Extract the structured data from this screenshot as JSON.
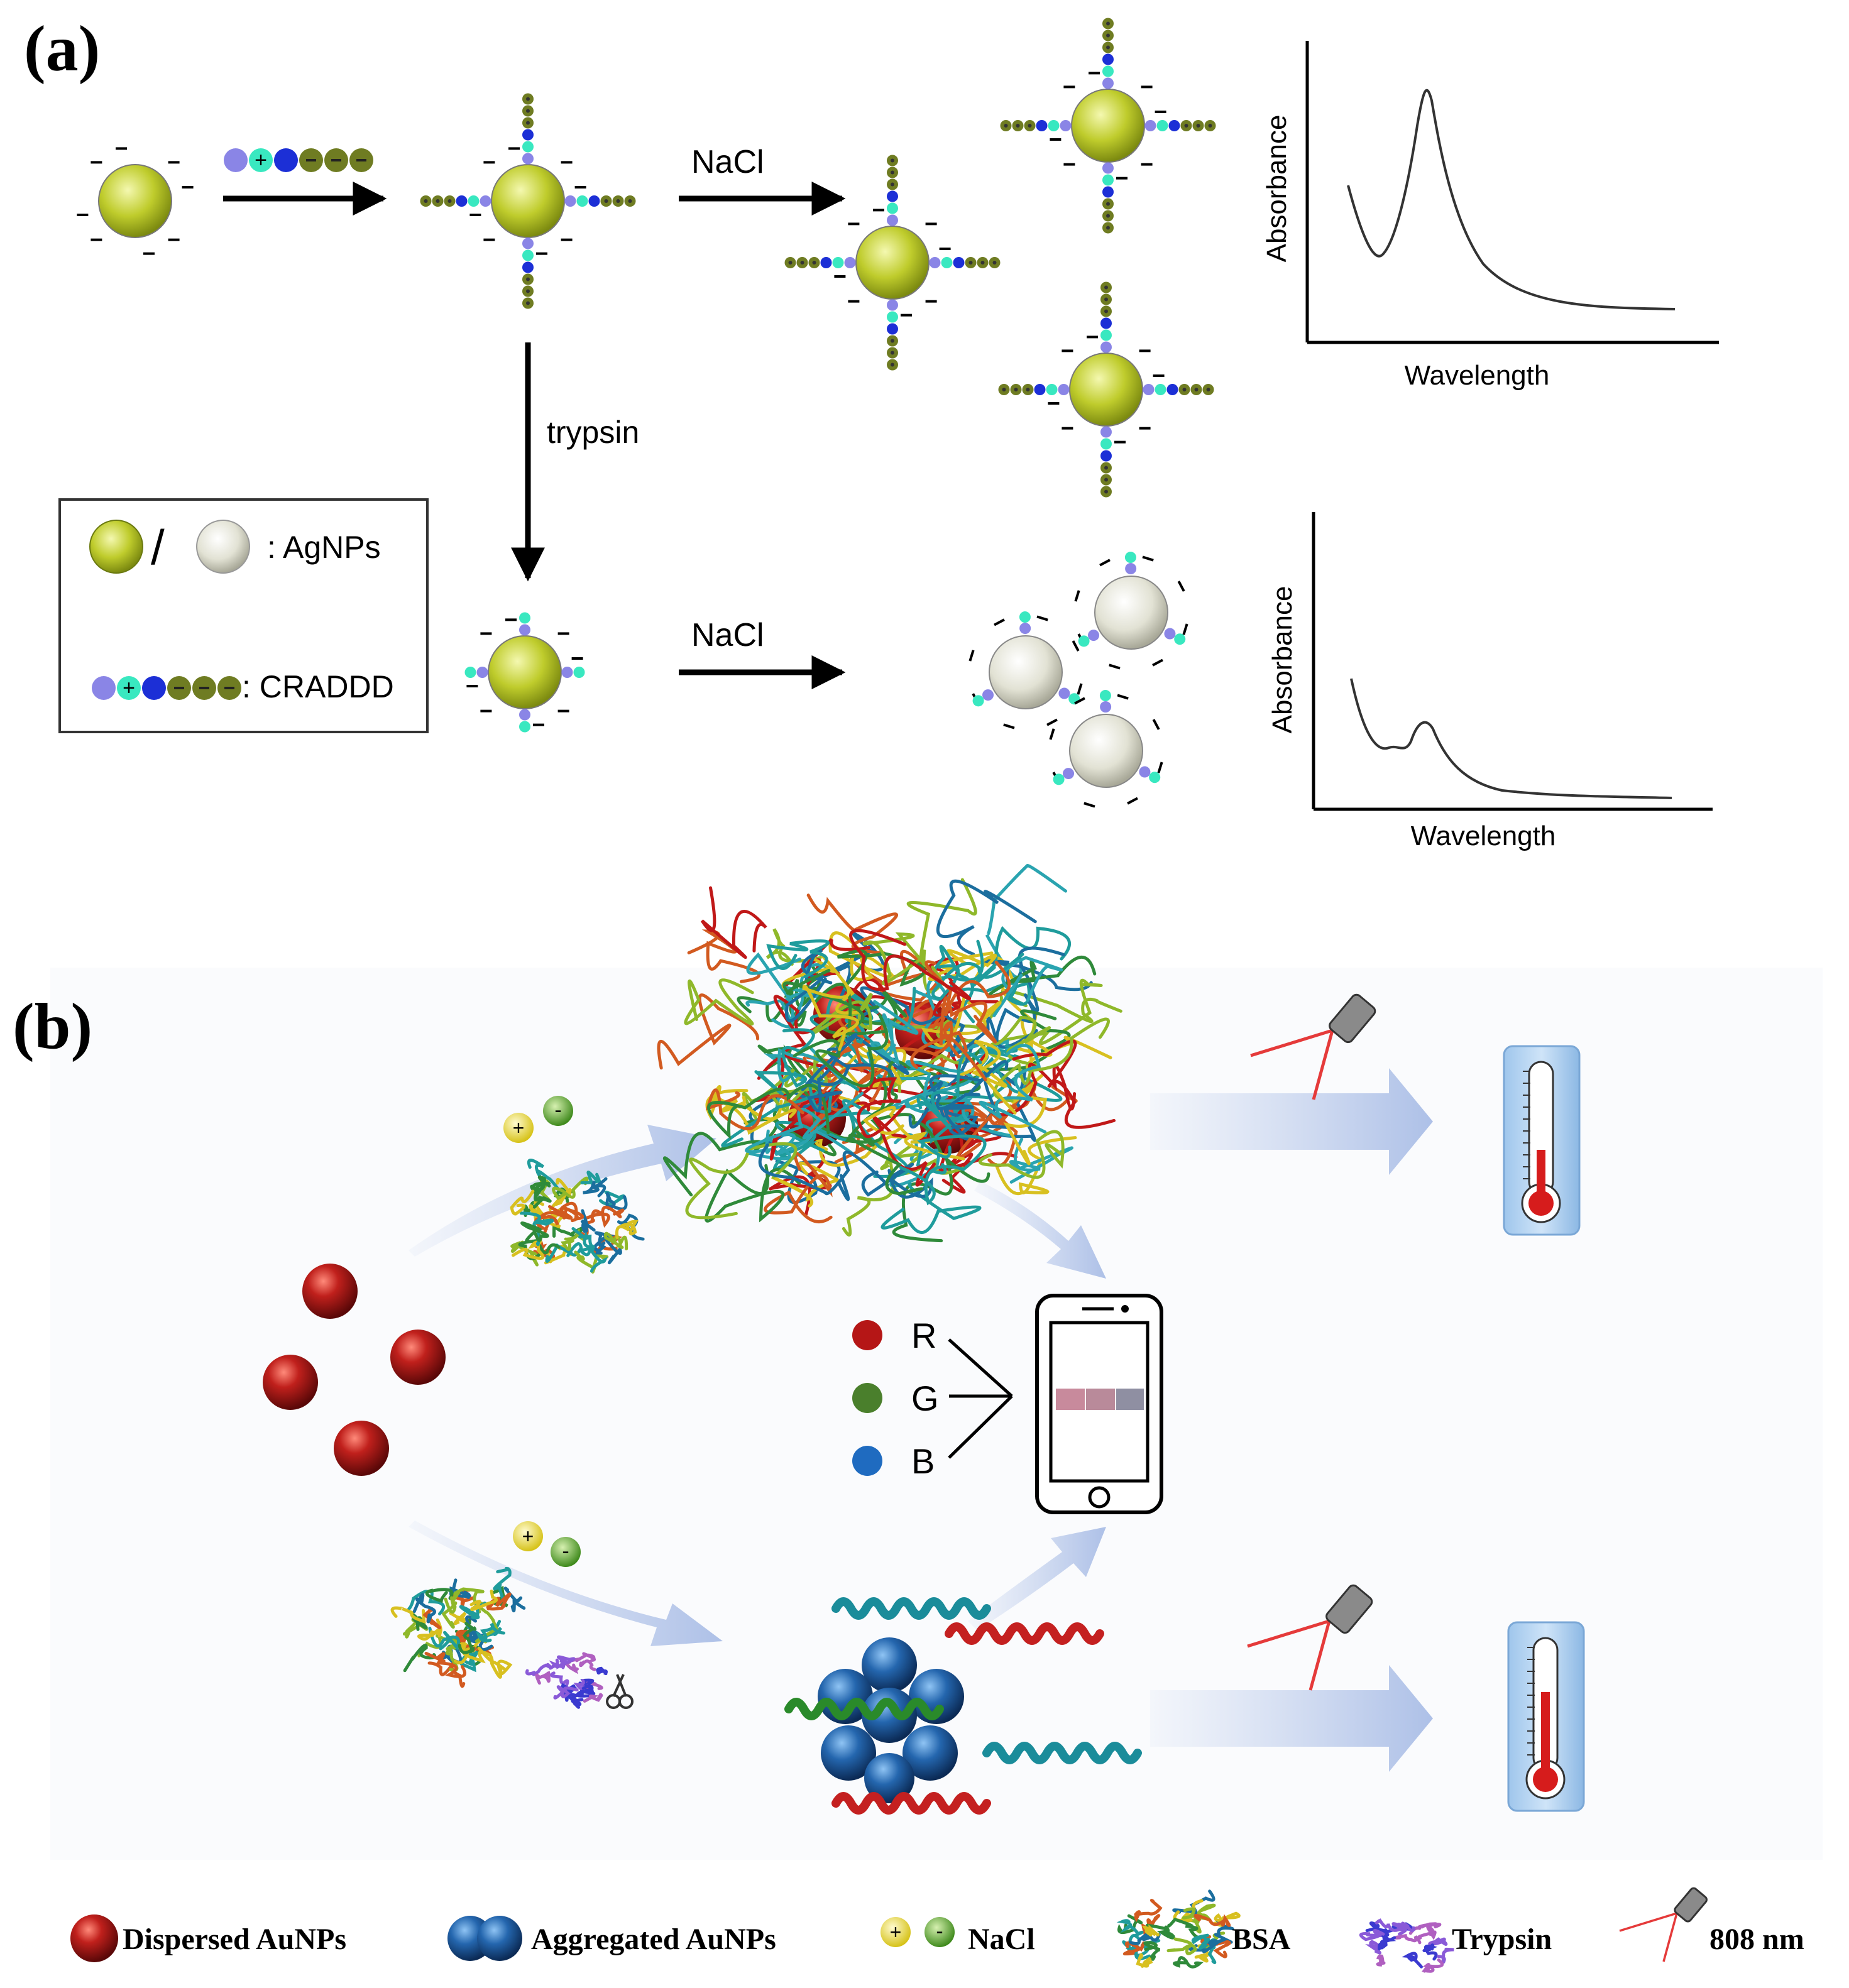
{
  "panel_a": {
    "label": "(a)",
    "nacl_label_top": "NaCl",
    "nacl_label_bottom": "NaCl",
    "trypsin_label": "trypsin",
    "legend": {
      "slash": "/",
      "agnps_label": ": AgNPs",
      "craddd_label": ": CRADDD"
    },
    "plot_top": {
      "ylabel": "Absorbance",
      "xlabel": "Wavelength"
    },
    "plot_bottom": {
      "ylabel": "Absorbance",
      "xlabel": "Wavelength"
    }
  },
  "panel_b": {
    "label": "(b)",
    "rgb": {
      "r": "R",
      "g": "G",
      "b": "B"
    },
    "legend": {
      "dispersed": "Dispersed AuNPs",
      "aggregated": "Aggregated AuNPs",
      "nacl": "NaCl",
      "bsa": "BSA",
      "trypsin": "Trypsin",
      "laser": "808 nm"
    }
  },
  "colors": {
    "agnp_green": "#b5c22a",
    "agnp_white": "#e8e8dc",
    "aunp_red": "#a01818",
    "aunp_blue": "#1f5a9e",
    "arrow_blue": "#b7c8e8",
    "laser_red": "#e53a3a",
    "peptide_green": "#6f7c22",
    "peptide_blue": "#1c2fd6",
    "peptide_cyan": "#39e8c0",
    "peptide_lilac": "#8a85e6"
  }
}
